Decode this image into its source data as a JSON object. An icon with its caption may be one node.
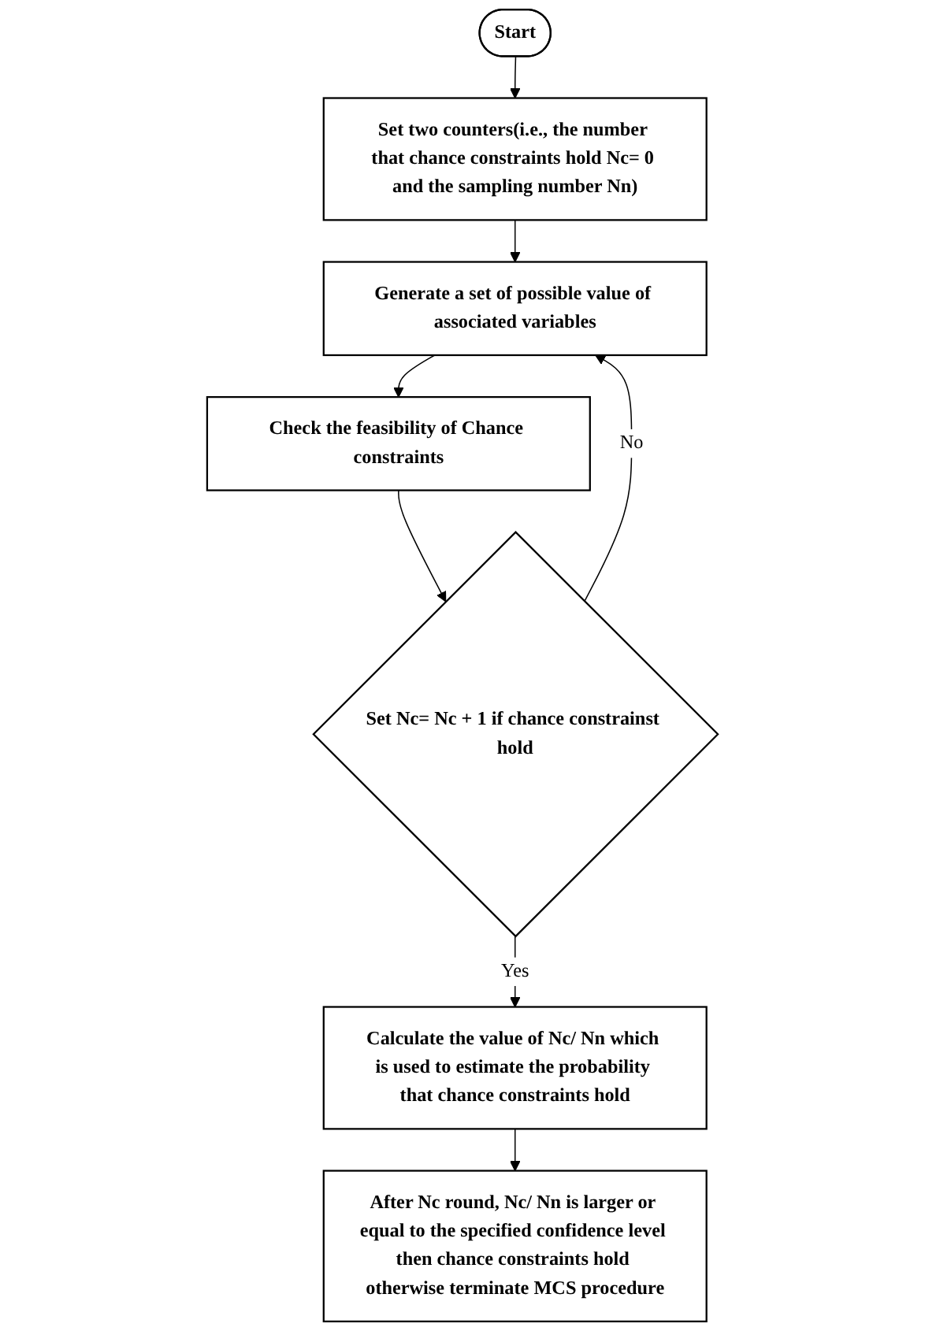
{
  "diagram": {
    "nodes": [
      {
        "text": [
          "Start"
        ]
      },
      {
        "text": [
          "Set two counters(i.e., the number that chance constraints hold Nc= 0 and the sampling number Nn)"
        ]
      },
      {
        "text": [
          "Generate a set of possible value of associated variables"
        ]
      },
      {
        "text": [
          "Check the feasibility of Chance constraints"
        ]
      },
      {
        "text": [
          "Set Nc= Nc + 1 if chance constrainst hold"
        ]
      },
      {
        "text": [
          "Calculate the value of Nc/ Nn which is used to estimate the probability that chance constraints hold"
        ]
      },
      {
        "text": [
          "After Nc round, Nc/ Nn is larger or equal to the specified confidence level then chance constraints hold otherwise terminate MCS procedure"
        ]
      }
    ],
    "edges": [
      {
        "from": 0,
        "to": 1,
        "arrow": "to"
      },
      {
        "from": 1,
        "to": 2,
        "arrow": "to"
      },
      {
        "from": 2,
        "to": 3,
        "arrow": "to"
      },
      {
        "from": 3,
        "to": 4,
        "arrow": "to"
      },
      {
        "from": 4,
        "to": 2,
        "arrow": "to",
        "label": "No"
      },
      {
        "from": 4,
        "to": 5,
        "arrow": "to",
        "label": "Yes"
      },
      {
        "from": 5,
        "to": 6,
        "arrow": "to"
      }
    ]
  }
}
